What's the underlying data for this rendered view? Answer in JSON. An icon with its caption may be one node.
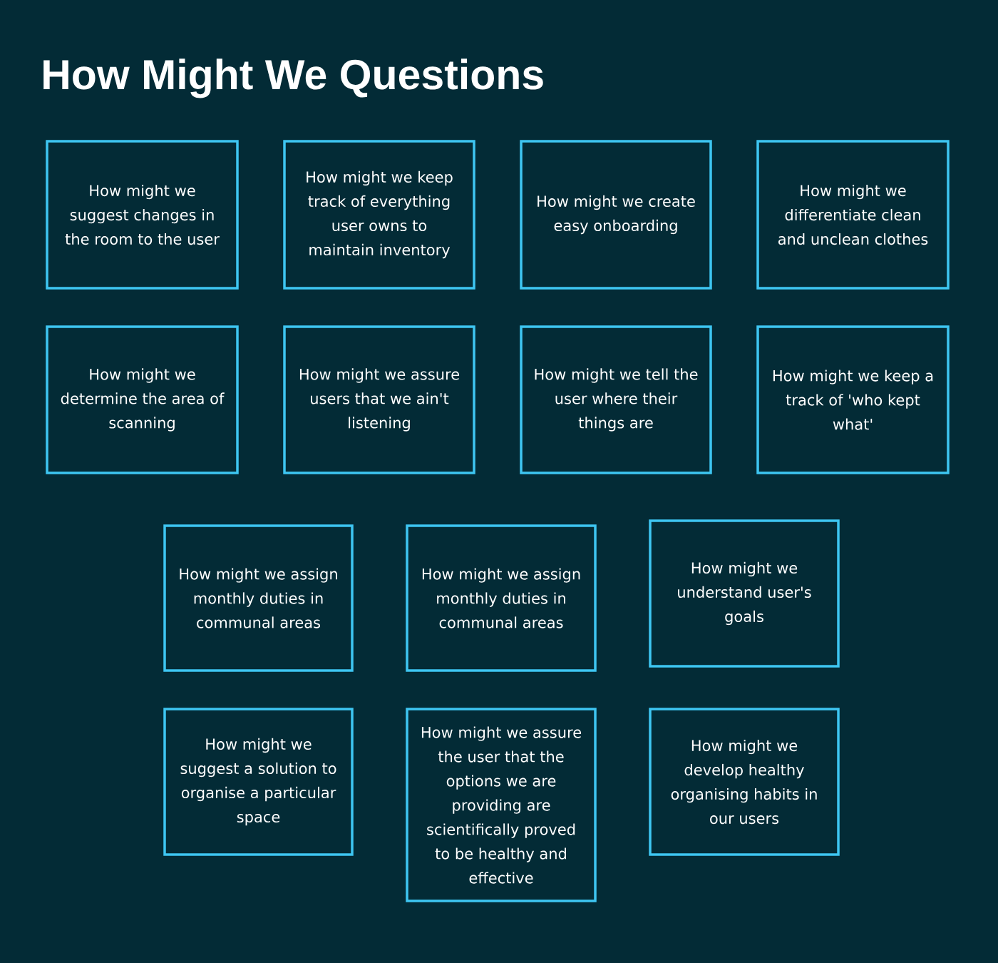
{
  "diagram": {
    "title": "How Might We Questions",
    "nodes": [
      {
        "text": [
          "How might we suggest changes in the room to the user"
        ]
      },
      {
        "text": [
          "How might we keep track of everything user owns to maintain inventory"
        ]
      },
      {
        "text": [
          "How might we create easy onboarding"
        ]
      },
      {
        "text": [
          "How might we differentiate clean and unclean clothes"
        ]
      },
      {
        "text": [
          "How might we determine the area of scanning"
        ]
      },
      {
        "text": [
          "How might we assure users that we ain't listening"
        ]
      },
      {
        "text": [
          "How might we tell the user where their things are"
        ]
      },
      {
        "text": [
          "How might we keep a track of 'who kept what'"
        ]
      },
      {
        "text": [
          "How might we assign monthly duties in communal areas"
        ]
      },
      {
        "text": [
          "How might we assign monthly duties in communal areas"
        ]
      },
      {
        "text": [
          "How might we understand user's goals"
        ]
      },
      {
        "text": [
          "How might we suggest a solution to organise a particular space"
        ]
      },
      {
        "text": [
          "How might we assure the user that the options we are providing are scientifically proved to be healthy and effective"
        ]
      },
      {
        "text": [
          "How might we develop healthy organising habits in our users"
        ]
      }
    ]
  }
}
